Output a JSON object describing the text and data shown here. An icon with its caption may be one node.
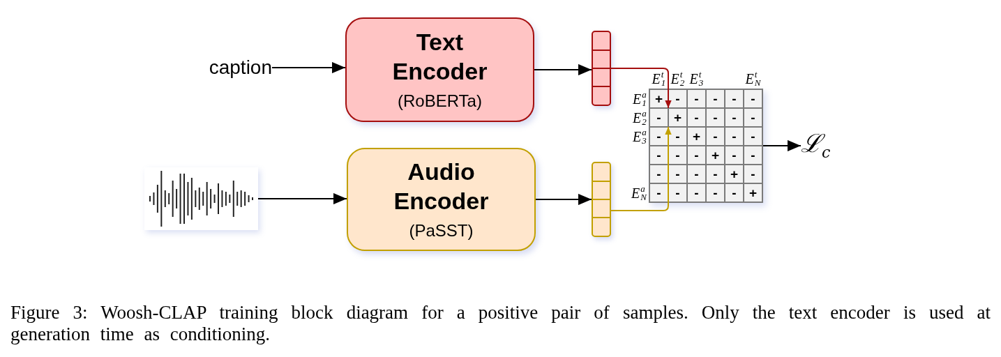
{
  "diagram": {
    "caption": "Figure 3: Woosh-CLAP training block diagram for a positive pair of samples. Only the text encoder is used at generation time as conditioning.",
    "nodes": [
      {
        "text": [
          "caption"
        ]
      },
      {
        "text": [
          "Text Encoder",
          "(RoBERTa)"
        ]
      },
      {
        "text": [],
        "shape": "bar"
      },
      {
        "text": [],
        "shape": "picture"
      },
      {
        "text": [
          "Audio Encoder",
          "(PaSST)"
        ]
      },
      {
        "text": [],
        "shape": "bar"
      },
      {
        "text": [],
        "shape": "box"
      },
      {
        "text": [
          "+"
        ],
        "in": 6
      },
      {
        "text": [
          "-"
        ],
        "in": 6
      },
      {
        "text": [
          "-"
        ],
        "in": 6
      },
      {
        "text": [
          "-"
        ],
        "in": 6
      },
      {
        "text": [
          "-"
        ],
        "in": 6
      },
      {
        "text": [
          "-"
        ],
        "in": 6
      },
      {
        "text": [
          "-"
        ],
        "in": 6
      },
      {
        "text": [
          "+"
        ],
        "in": 6
      },
      {
        "text": [
          "-"
        ],
        "in": 6
      },
      {
        "text": [
          "-"
        ],
        "in": 6
      },
      {
        "text": [
          "-"
        ],
        "in": 6
      },
      {
        "text": [
          "-"
        ],
        "in": 6
      },
      {
        "text": [
          "-"
        ],
        "in": 6
      },
      {
        "text": [
          "-"
        ],
        "in": 6
      },
      {
        "text": [
          "+"
        ],
        "in": 6
      },
      {
        "text": [
          "-"
        ],
        "in": 6
      },
      {
        "text": [
          "-"
        ],
        "in": 6
      },
      {
        "text": [
          "-"
        ],
        "in": 6
      },
      {
        "text": [
          "-"
        ],
        "in": 6
      },
      {
        "text": [
          "-"
        ],
        "in": 6
      },
      {
        "text": [
          "-"
        ],
        "in": 6
      },
      {
        "text": [
          "+"
        ],
        "in": 6
      },
      {
        "text": [
          "-"
        ],
        "in": 6
      },
      {
        "text": [
          "-"
        ],
        "in": 6
      },
      {
        "text": [
          "-"
        ],
        "in": 6
      },
      {
        "text": [
          "-"
        ],
        "in": 6
      },
      {
        "text": [
          "-"
        ],
        "in": 6
      },
      {
        "text": [
          "-"
        ],
        "in": 6
      },
      {
        "text": [
          "+"
        ],
        "in": 6
      },
      {
        "text": [
          "-"
        ],
        "in": 6
      },
      {
        "text": [
          "-"
        ],
        "in": 6
      },
      {
        "text": [
          "-"
        ],
        "in": 6
      },
      {
        "text": [
          "-"
        ],
        "in": 6
      },
      {
        "text": [
          "-"
        ],
        "in": 6
      },
      {
        "text": [
          "-"
        ],
        "in": 6
      },
      {
        "text": [
          "+"
        ],
        "in": 6
      },
      {
        "text": [
          "ℒ$_{c}$"
        ]
      }
    ],
    "edges": [
      {
        "from": 0,
        "to": 1,
        "arrow": "to"
      },
      {
        "from": 1,
        "to": 2,
        "arrow": "to"
      },
      {
        "from": 3,
        "to": 4,
        "arrow": "to"
      },
      {
        "from": 4,
        "to": 5,
        "arrow": "to"
      },
      {
        "from": 2,
        "to": 14,
        "arrow": "to",
        "color": "#a50f0f"
      },
      {
        "from": 5,
        "to": 14,
        "arrow": "to",
        "color": "#c2a000"
      },
      {
        "from": 6,
        "to": 43,
        "arrow": "to"
      }
    ],
    "labels": [
      "E$^{t}$$_{1}$",
      "E$^{t}$$_{2}$",
      "E$^{t}$$_{3}$",
      "E$^{t}$$_{N}$",
      "E$^{a}$$_{1}$",
      "E$^{a}$$_{2}$",
      "E$^{a}$$_{3}$",
      "E$^{a}$$_{N}$"
    ]
  }
}
